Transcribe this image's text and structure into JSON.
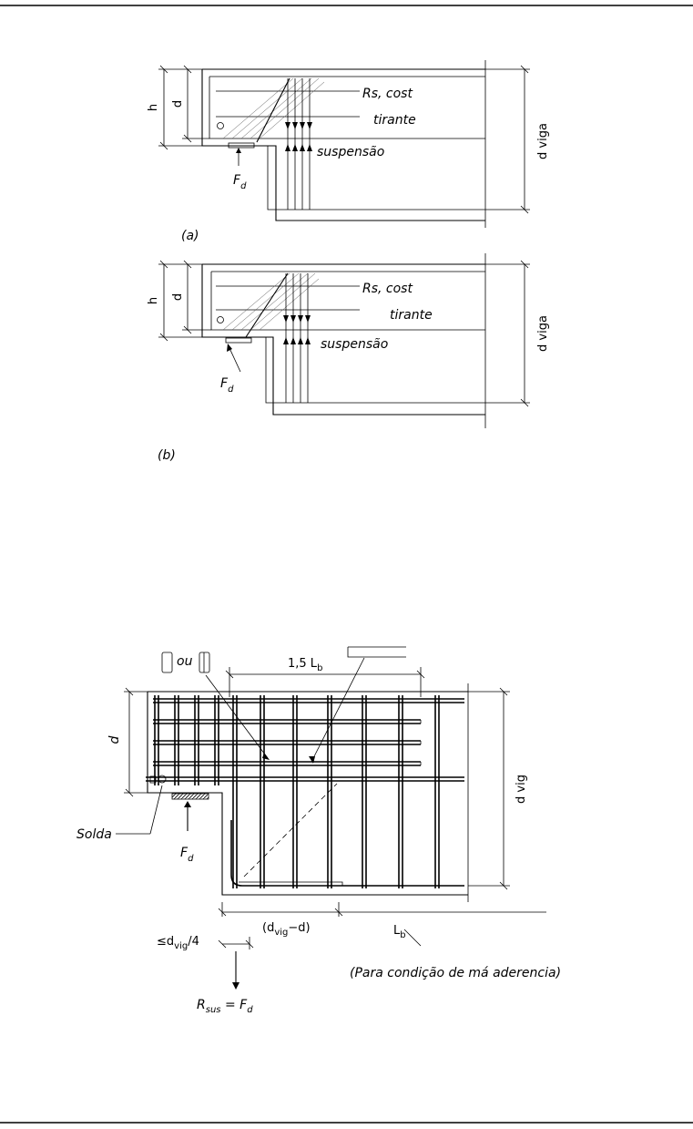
{
  "figure_a": {
    "label_h": "h",
    "label_d": "d",
    "label_rs": "Rs, cost",
    "label_tirante": "tirante",
    "label_suspensao": "suspensão",
    "label_f": "F",
    "label_f_sub": "d",
    "label_dviga": "d viga",
    "caption": "(a)"
  },
  "figure_b": {
    "label_h": "h",
    "label_d": "d",
    "label_rs": "Rs, cost",
    "label_tirante": "tirante",
    "label_suspensao": "suspensão",
    "label_f": "F",
    "label_f_sub": "d",
    "label_dviga": "d viga",
    "caption": "(b)"
  },
  "figure_c": {
    "label_ou": "ou",
    "label_15lb": "1,5 L",
    "label_15lb_sub": "b",
    "label_d": "d",
    "label_dvig": "d vig",
    "label_solda": "Solda",
    "label_f": "F",
    "label_f_sub": "d",
    "label_dvig_minus_d_open": "(d",
    "label_dvig_minus_d_sub": "vig",
    "label_dvig_minus_d_close": "−d)",
    "label_lb": "L",
    "label_lb_sub": "b",
    "label_le": "≤d",
    "label_le_sub": "vig",
    "label_le_tail": "/4",
    "label_rsus": "R",
    "label_rsus_sub": "sus",
    "label_rsus_eq": " = F",
    "label_rsus_eq_sub": "d",
    "label_note": "(Para condição de má aderencia)"
  }
}
